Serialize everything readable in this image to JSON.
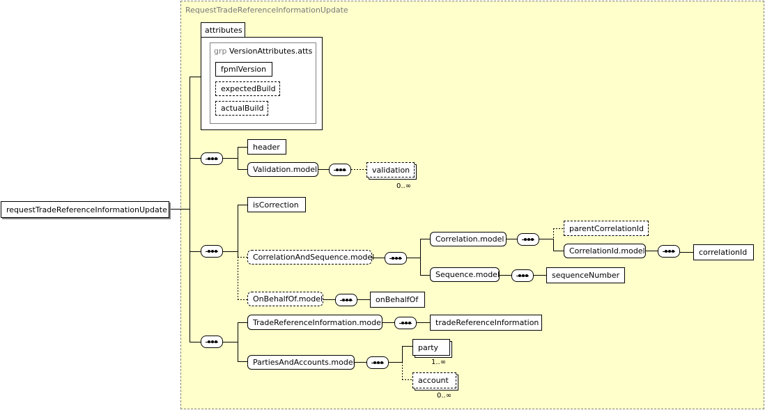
{
  "root": {
    "label": "requestTradeReferenceInformationUpdate"
  },
  "type": {
    "label": "RequestTradeReferenceInformationUpdate"
  },
  "attributes": {
    "tab_label": "attributes",
    "group_prefix": "grp",
    "group_name": "VersionAttributes.atts",
    "items": [
      "fpmlVersion",
      "expectedBuild",
      "actualBuild"
    ]
  },
  "seq1": {
    "header": "header",
    "validation_model": "Validation.model",
    "validation": "validation",
    "validation_occurs": "0..∞"
  },
  "seq2": {
    "is_correction": "isCorrection",
    "corr_seq_model": "CorrelationAndSequence.model",
    "correlation_model": "Correlation.model",
    "parent_correlation_id": "parentCorrelationId",
    "correlation_id_model": "CorrelationId.model",
    "correlation_id": "correlationId",
    "sequence_model": "Sequence.model",
    "sequence_number": "sequenceNumber",
    "on_behalf_of_model": "OnBehalfOf.model",
    "on_behalf_of": "onBehalfOf"
  },
  "seq3": {
    "trade_ref_info_model": "TradeReferenceInformation.model",
    "trade_ref_info": "tradeReferenceInformation",
    "parties_accounts_model": "PartiesAndAccounts.model",
    "party": "party",
    "party_occurs": "1..∞",
    "account": "account",
    "account_occurs": "0..∞"
  },
  "colors": {
    "type_background": "#ffffcc",
    "type_border": "#808080",
    "label_grey": "#777777"
  }
}
